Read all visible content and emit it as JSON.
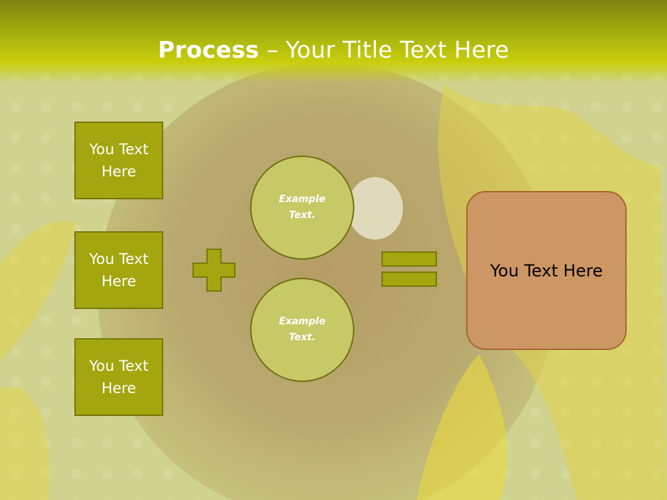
{
  "slide": {
    "title_bold": "Process",
    "title_rest": " – Your Title Text Here"
  },
  "inputs": [
    {
      "label": "You Text Here"
    },
    {
      "label": "You Text Here"
    },
    {
      "label": "You Text Here"
    }
  ],
  "examples": [
    {
      "label": "Example Text."
    },
    {
      "label": "Example Text."
    }
  ],
  "result": {
    "label": "You Text Here"
  },
  "operators": {
    "plus": "plus-sign-icon",
    "equals": "equals-sign-icon"
  },
  "colors": {
    "title_band": "#aab40e",
    "box_fill": "#a3a60e",
    "circle_fill": "#c7c967",
    "result_fill": "#cd9665",
    "operator_fill": "#a3a60e"
  }
}
